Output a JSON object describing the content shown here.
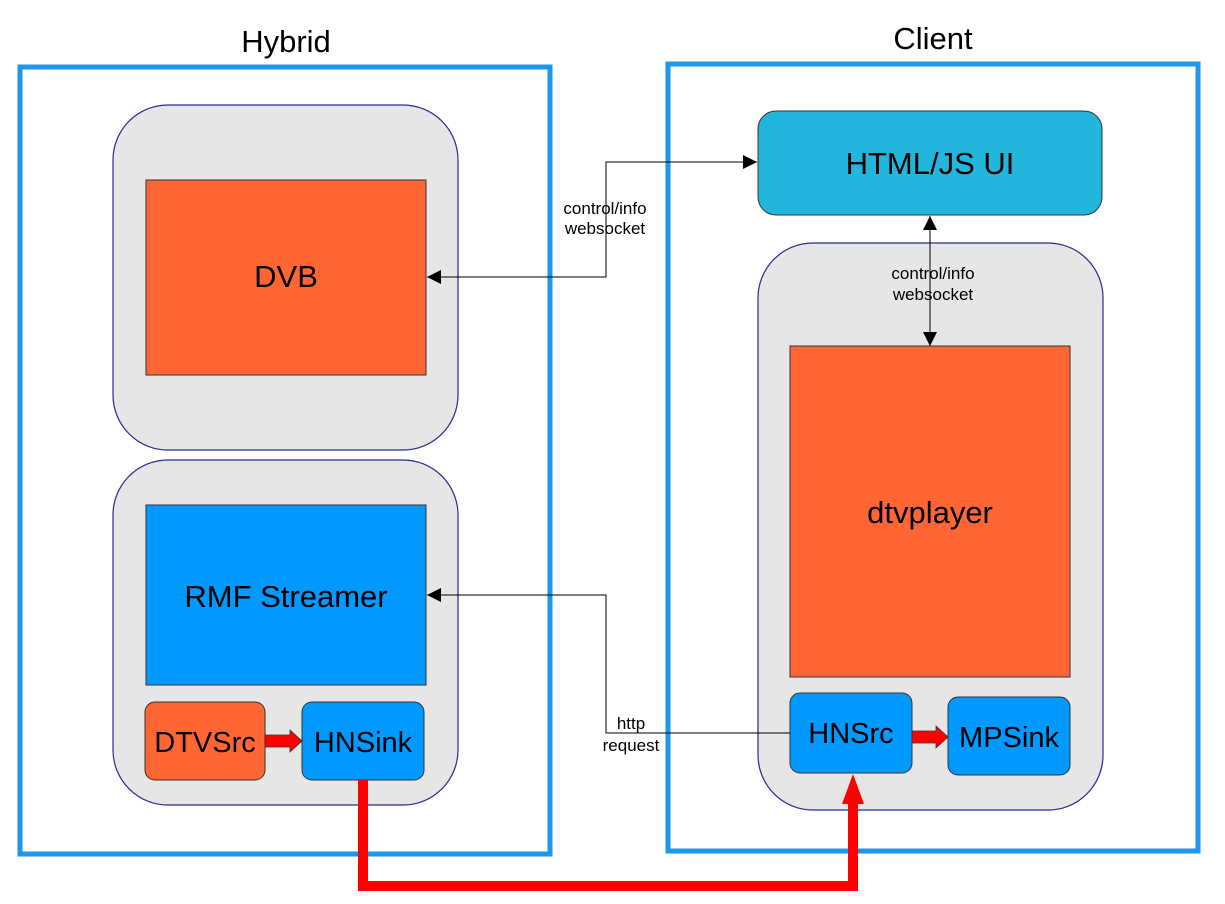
{
  "colors": {
    "outer_frame": "#1e96ec",
    "container_fill": "#e6e6e6",
    "container_stroke": "#2b2b8a",
    "orange": "#ff6633",
    "blue": "#0099ff",
    "ui_teal": "#23b6dc",
    "data_arrow": "#ff0000",
    "connector": "#000000"
  },
  "hybrid": {
    "title": "Hybrid",
    "dvb_label": "DVB",
    "rmf_label": "RMF Streamer",
    "dtvsrc_label": "DTVSrc",
    "hnsink_label": "HNSink"
  },
  "client": {
    "title": "Client",
    "ui_label": "HTML/JS UI",
    "player_label": "dtvplayer",
    "hnsrc_label": "HNSrc",
    "mpsink_label": "MPSink"
  },
  "connectors": {
    "ui_dvb_line1": "control/info",
    "ui_dvb_line2": "websocket",
    "ui_player_line1": "control/info",
    "ui_player_line2": "websocket",
    "http_line1": "http",
    "http_line2": "request"
  }
}
